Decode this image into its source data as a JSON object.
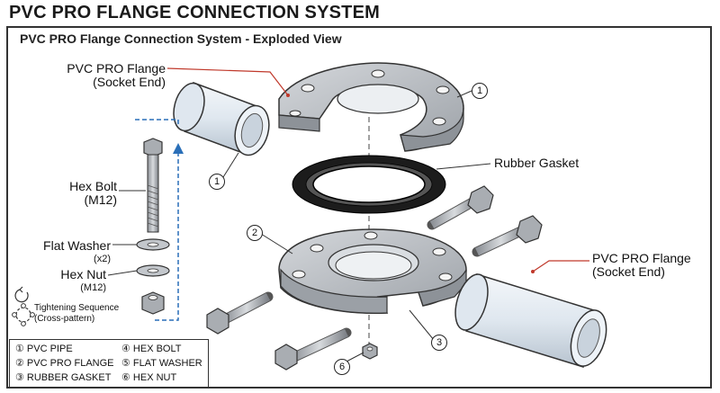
{
  "header": {
    "title": "PVC PRO FLANGE CONNECTION SYSTEM",
    "subtitle": "PVC PRO Flange Connection System - Exploded View"
  },
  "labels": {
    "flange_top_line1": "PVC PRO Flange",
    "flange_top_line2": "(Socket End)",
    "hex_bolt_line1": "Hex Bolt",
    "hex_bolt_line2": "(M12)",
    "flat_washer": "Flat Washer",
    "flat_washer_qty": "(x2)",
    "hex_nut": "Hex Nut",
    "hex_nut_size": "(M12)",
    "tightening_line1": "Tightening Sequence",
    "tightening_line2": "(Cross-pattern)",
    "rubber_gasket": "Rubber Gasket",
    "flange_right_line1": "PVC PRO Flange",
    "flange_right_line2": "(Socket End)"
  },
  "callouts": {
    "c1_top": "1",
    "c1_pipe": "1",
    "c2": "2",
    "c3": "3",
    "c6": "6"
  },
  "legend": {
    "items": [
      "① PVC PIPE",
      "② PVC PRO FLANGE",
      "③ RUBBER GASKET",
      "④ HEX BOLT",
      "⑤ FLAT WASHER",
      "⑥ HEX NUT"
    ]
  },
  "colors": {
    "leader_red": "#c0392b",
    "arrow_blue": "#2a6fb8",
    "pipe_fill": "#dfe7ef",
    "metal_fill": "#b9bdc2",
    "gasket": "#1c1c1c"
  }
}
